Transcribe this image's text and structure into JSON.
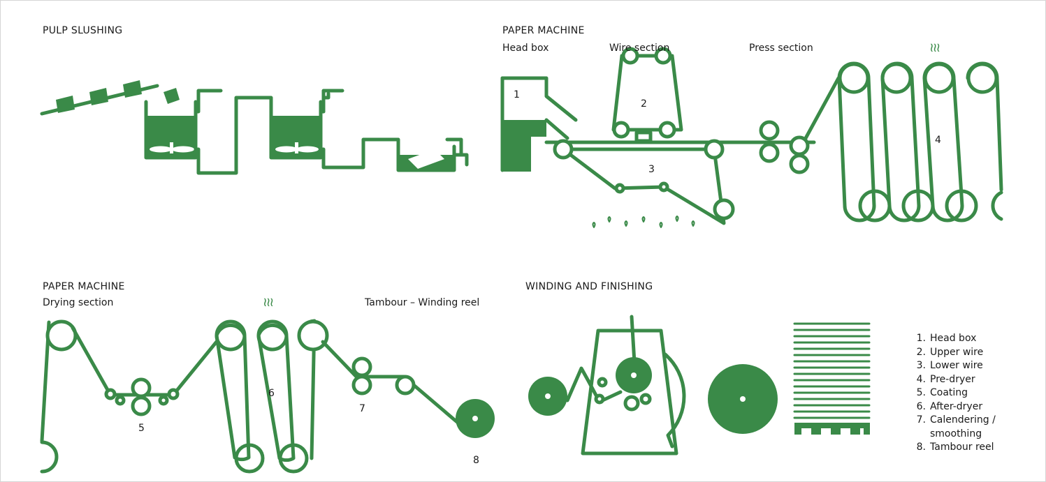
{
  "colors": {
    "accent": "#3a8a48",
    "text": "#1a1a1a",
    "border": "#d5d5d5"
  },
  "sections": {
    "pulp": {
      "title": "PULP SLUSHING"
    },
    "paper_top": {
      "title": "PAPER MACHINE",
      "head_box": "Head box",
      "wire_section": "Wire section",
      "press_section": "Press section",
      "steam": "≀≀≀"
    },
    "paper_bottom": {
      "title": "PAPER MACHINE",
      "drying_section": "Drying section",
      "tambour": "Tambour – Winding reel",
      "steam": "≀≀≀"
    },
    "winding": {
      "title": "WINDING AND FINISHING"
    }
  },
  "numbers": {
    "n1": "1",
    "n2": "2",
    "n3": "3",
    "n4": "4",
    "n5": "5",
    "n6": "6",
    "n7": "7",
    "n8": "8"
  },
  "legend": [
    {
      "n": "1.",
      "label": "Head box"
    },
    {
      "n": "2.",
      "label": "Upper wire"
    },
    {
      "n": "3.",
      "label": "Lower wire"
    },
    {
      "n": "4.",
      "label": "Pre-dryer"
    },
    {
      "n": "5.",
      "label": "Coating"
    },
    {
      "n": "6.",
      "label": "After-dryer"
    },
    {
      "n": "7.",
      "label": "Calendering /"
    },
    {
      "n": "",
      "label": "smoothing"
    },
    {
      "n": "8.",
      "label": "Tambour reel"
    }
  ]
}
